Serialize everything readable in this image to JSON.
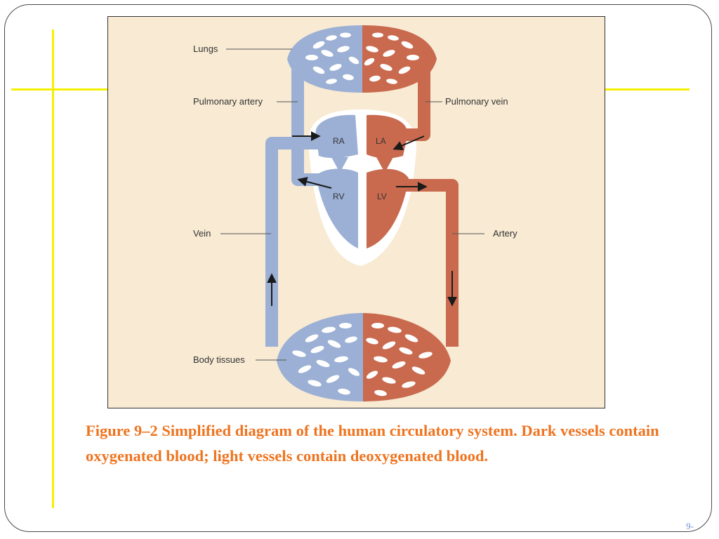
{
  "figure": {
    "labels": {
      "lungs": "Lungs",
      "pulmonary_artery": "Pulmonary artery",
      "pulmonary_vein": "Pulmonary vein",
      "vein": "Vein",
      "artery": "Artery",
      "body_tissues": "Body tissues"
    },
    "chambers": {
      "ra": "RA",
      "la": "LA",
      "rv": "RV",
      "lv": "LV"
    },
    "colors": {
      "background": "#f8ead3",
      "deoxygenated": "#9bb0d4",
      "oxygenated": "#c96a4f",
      "heart_white": "#ffffff"
    }
  },
  "caption": "Figure 9–2  Simplified diagram of the human circulatory system. Dark vessels contain oxygenated blood; light vessels contain deoxygenated blood.",
  "page_number": "9-"
}
